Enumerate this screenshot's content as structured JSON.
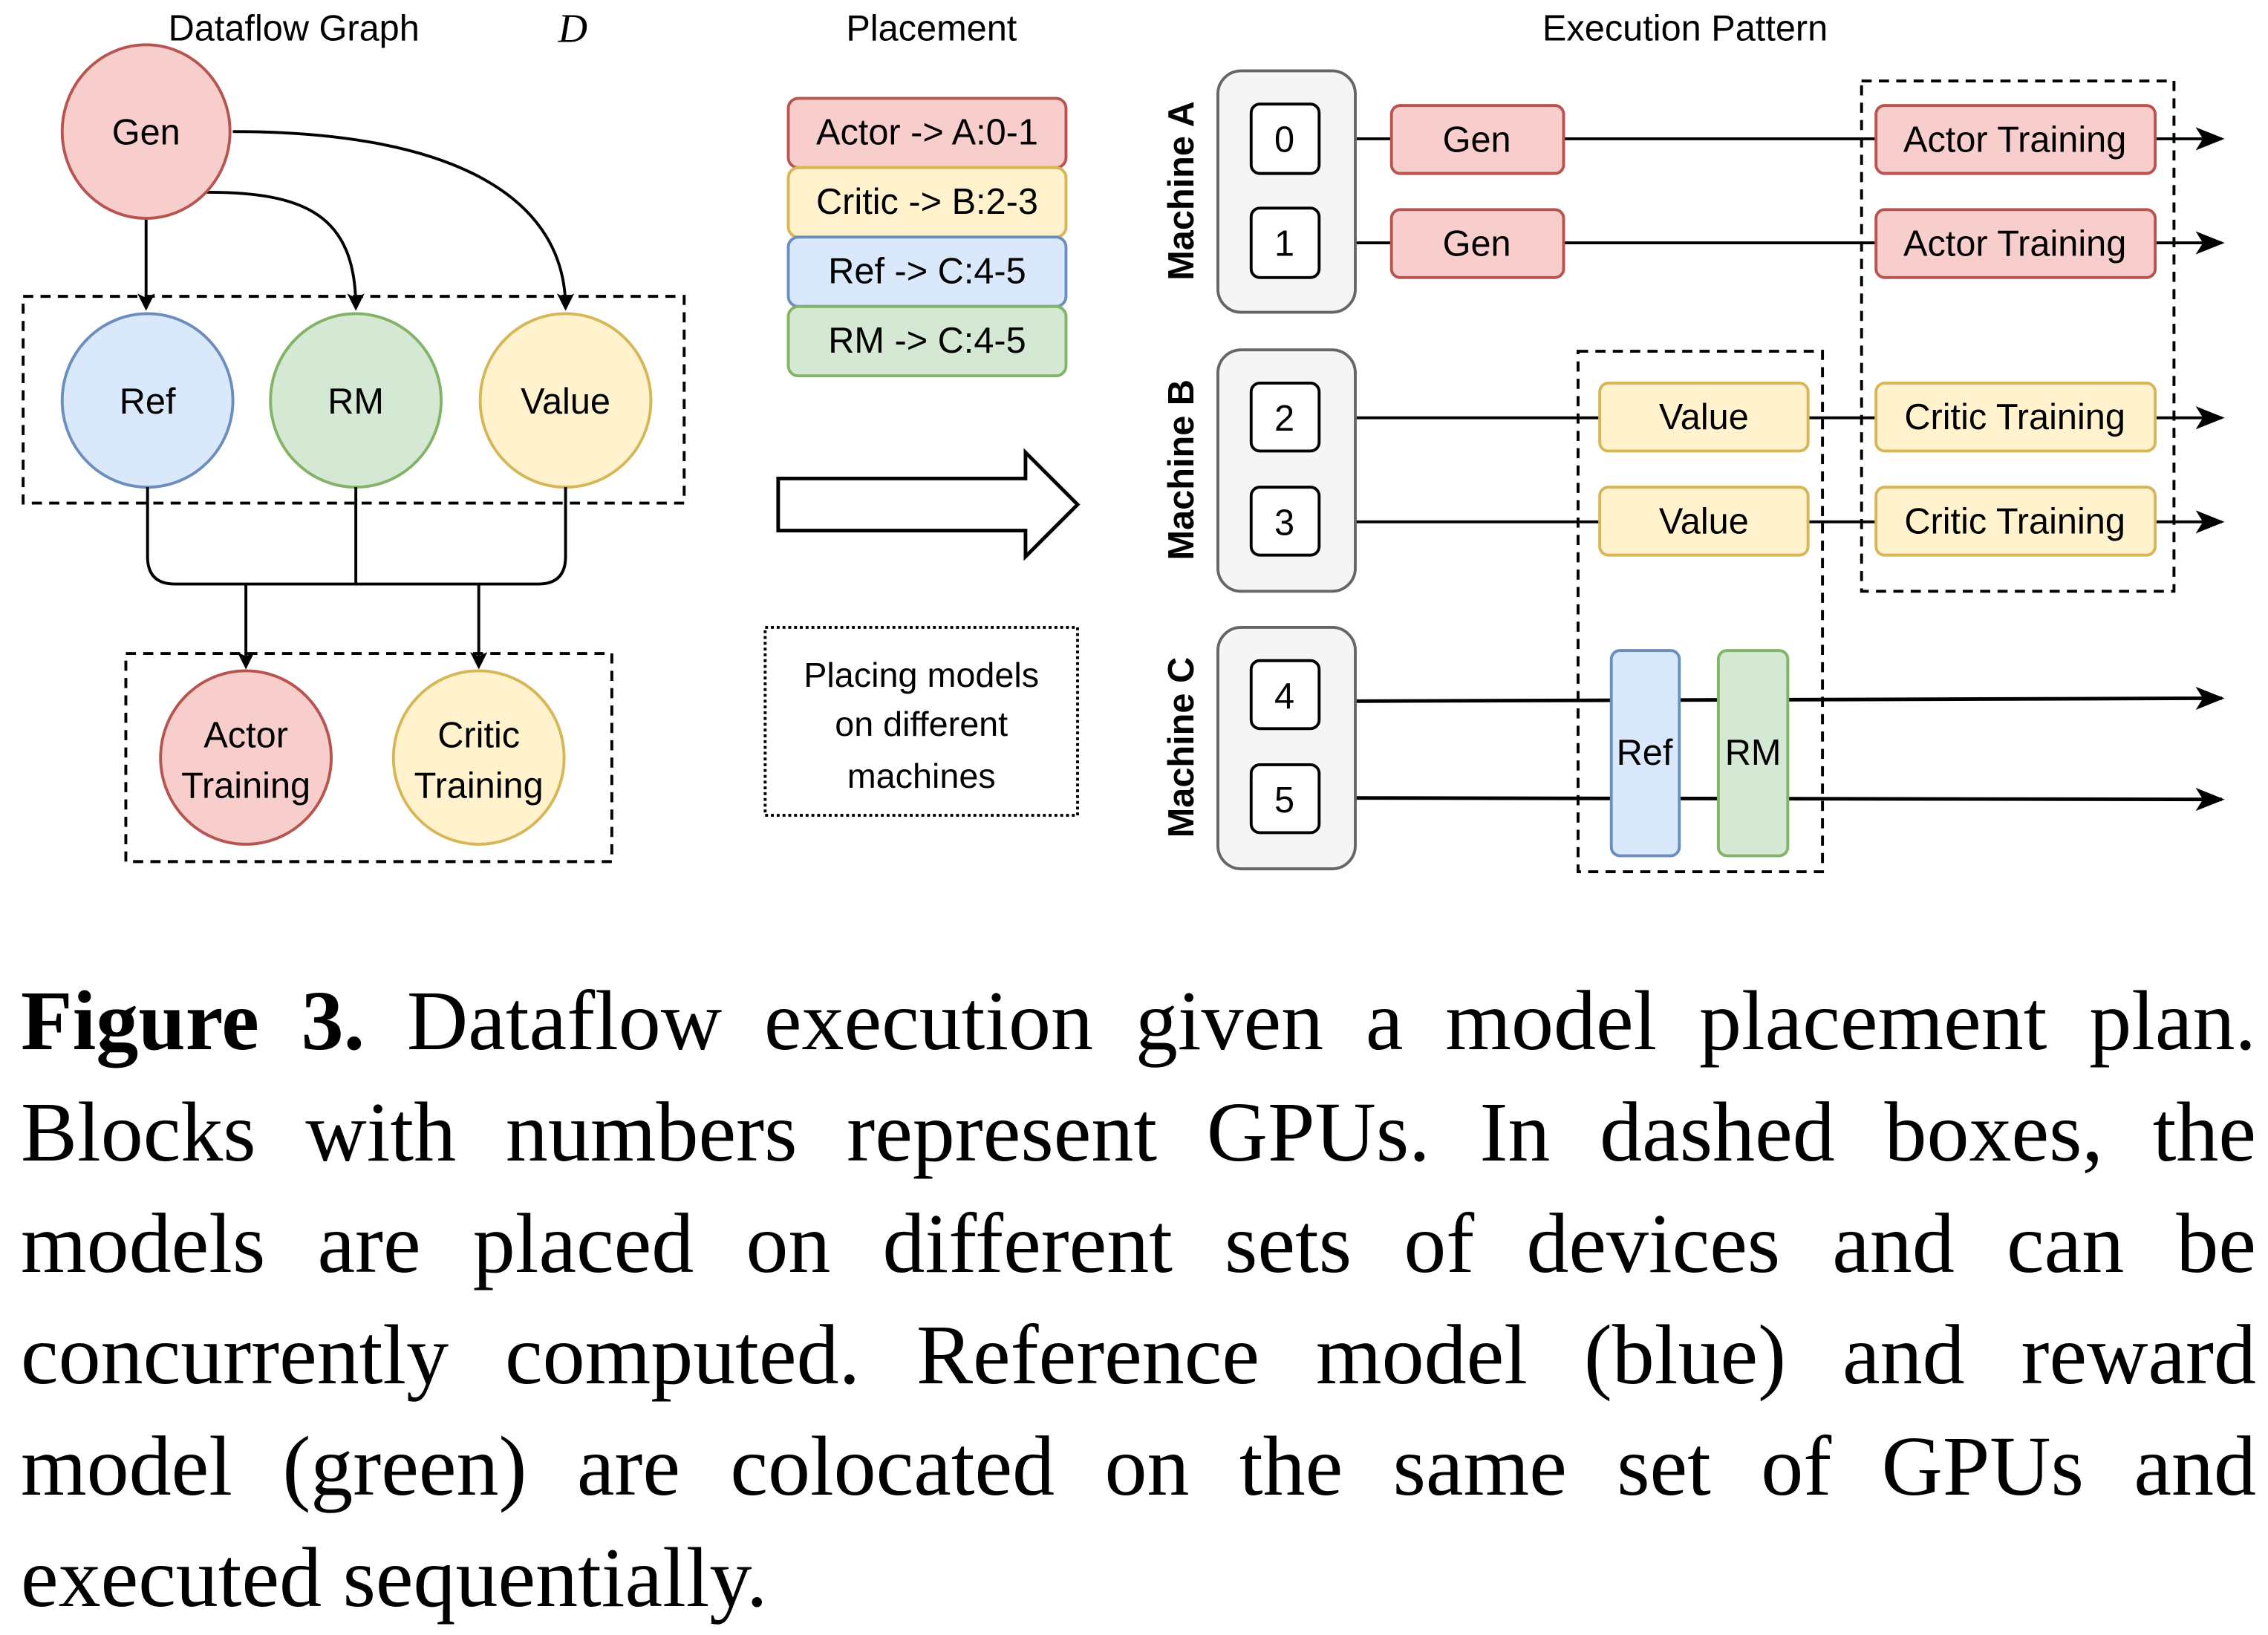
{
  "figure": {
    "sections": {
      "dataflow_title": "Dataflow Graph",
      "dataflow_title_math": "D",
      "placement_title": "Placement",
      "execution_title": "Execution Pattern"
    },
    "colors": {
      "red_fill": "#f8cecc",
      "red_stroke": "#b85450",
      "yellow_fill": "#fff2cc",
      "yellow_stroke": "#d6b656",
      "blue_fill": "#dae8fc",
      "blue_stroke": "#6c8ebf",
      "green_fill": "#d5e8d4",
      "green_stroke": "#82b366",
      "machine_fill": "#f5f5f5",
      "machine_stroke": "#666666"
    },
    "dataflow_nodes": {
      "gen": "Gen",
      "ref": "Ref",
      "rm": "RM",
      "value": "Value",
      "actor_training_line1": "Actor",
      "actor_training_line2": "Training",
      "critic_training_line1": "Critic",
      "critic_training_line2": "Training"
    },
    "placement": [
      {
        "label": "Actor -> A:0-1",
        "color": "red"
      },
      {
        "label": "Critic -> B:2-3",
        "color": "yellow"
      },
      {
        "label": "Ref -> C:4-5",
        "color": "blue"
      },
      {
        "label": "RM -> C:4-5",
        "color": "green"
      }
    ],
    "placement_note": [
      "Placing models",
      "on different",
      "machines"
    ],
    "machines": [
      {
        "name": "Machine A",
        "gpus": [
          "0",
          "1"
        ]
      },
      {
        "name": "Machine B",
        "gpus": [
          "2",
          "3"
        ]
      },
      {
        "name": "Machine C",
        "gpus": [
          "4",
          "5"
        ]
      }
    ],
    "execution": {
      "gen": "Gen",
      "actor_training": "Actor Training",
      "value": "Value",
      "critic_training": "Critic Training",
      "ref": "Ref",
      "rm": "RM"
    }
  },
  "caption": {
    "label": "Figure 3.",
    "text": " Dataflow execution given a model placement plan. Blocks with numbers represent GPUs. In dashed boxes, the models are placed on different sets of devices and can be concurrently computed. Reference model (blue) and reward model (green) are colocated on the same set of GPUs and executed sequentially."
  }
}
